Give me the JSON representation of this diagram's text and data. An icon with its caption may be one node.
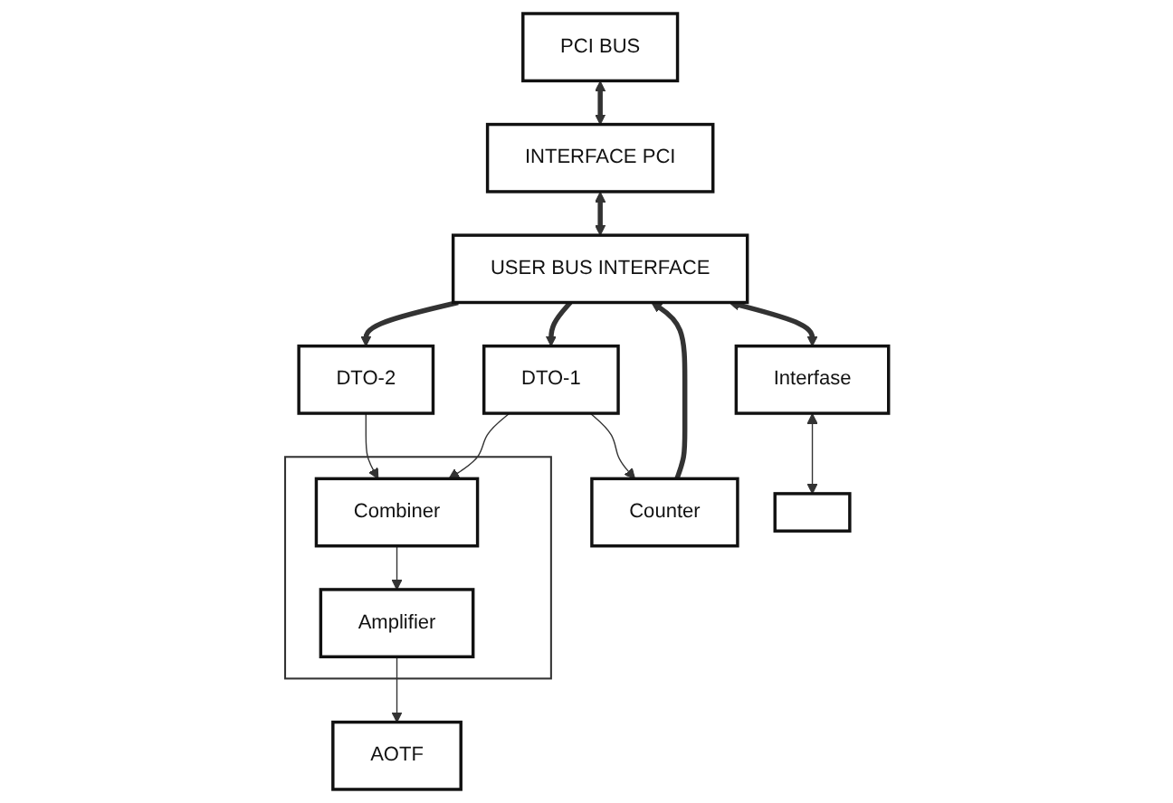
{
  "diagram": {
    "nodes": [
      {
        "text": [
          "PCI BUS"
        ]
      },
      {
        "text": [
          "INTERFACE PCI"
        ]
      },
      {
        "text": [
          "USER BUS INTERFACE"
        ]
      },
      {
        "text": [
          "Interfase"
        ]
      },
      {
        "text": [
          "Counter"
        ]
      },
      {
        "text": [
          "DTO-2"
        ]
      },
      {
        "text": [
          "DTO-1"
        ]
      },
      {
        "text": [],
        "shape": "box"
      },
      {
        "text": [
          "Combiner"
        ],
        "in": 7
      },
      {
        "text": [
          "Amplifier"
        ],
        "in": 7
      },
      {
        "text": [
          "AOTF"
        ]
      },
      {
        "text": [],
        "shape": "box"
      }
    ],
    "edges": [
      {
        "from": 0,
        "to": 1,
        "arrow": "both",
        "style": "thick"
      },
      {
        "from": 1,
        "to": 2,
        "arrow": "both",
        "style": "thick"
      },
      {
        "from": 2,
        "to": 3,
        "arrow": "both",
        "style": "thick"
      },
      {
        "from": 4,
        "to": 2,
        "arrow": "to",
        "style": "thick"
      },
      {
        "from": 2,
        "to": 5,
        "arrow": "to",
        "style": "thick"
      },
      {
        "from": 2,
        "to": 6,
        "arrow": "to",
        "style": "thick"
      },
      {
        "from": 6,
        "to": 4,
        "arrow": "to"
      },
      {
        "from": 5,
        "to": 8,
        "arrow": "to"
      },
      {
        "from": 6,
        "to": 8,
        "arrow": "to"
      },
      {
        "from": 8,
        "to": 9,
        "arrow": "to"
      },
      {
        "from": 9,
        "to": 10,
        "arrow": "to"
      },
      {
        "from": 3,
        "to": 11,
        "arrow": "both"
      }
    ]
  }
}
